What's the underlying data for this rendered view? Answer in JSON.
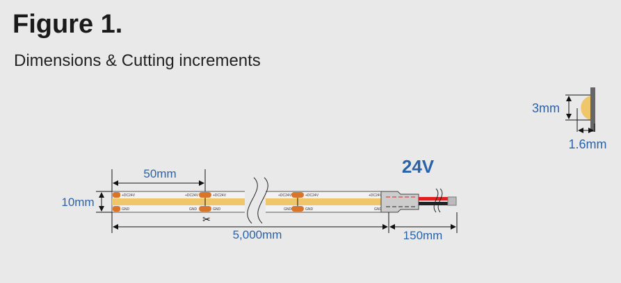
{
  "title": "Figure 1.",
  "subtitle": "Dimensions & Cutting increments",
  "voltage": "24V",
  "dimensions": {
    "cut_length": "50mm",
    "width": "10mm",
    "total_length": "5,000mm",
    "lead_length": "150mm",
    "height": "3mm",
    "thickness": "1.6mm"
  },
  "pad_labels": {
    "positive": "+DC24V",
    "ground": "GND"
  },
  "colors": {
    "dim_blue": "#2a62a8",
    "led": "#f0c66a",
    "pad": "#d9742b",
    "red_wire": "#e02020"
  }
}
